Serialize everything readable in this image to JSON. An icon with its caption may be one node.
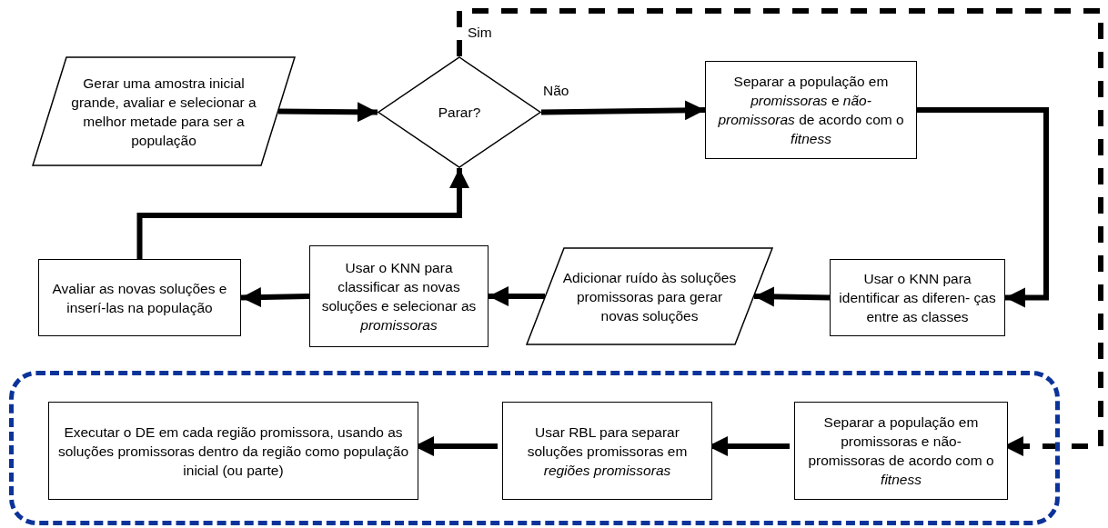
{
  "diagram": {
    "nodes": [
      {
        "text": [
          "Gerar uma amostra inicial grande, avaliar e selecionar a melhor metade para ser a população"
        ]
      },
      {
        "text": [
          "Parar?"
        ]
      },
      {
        "text": [
          "Separar a população em *promissoras* e *não-promissoras* de acordo com o *fitness*"
        ]
      },
      {
        "text": [
          "Usar o KNN para identificar as diferen- ças entre as classes"
        ]
      },
      {
        "text": [
          "Adicionar ruído às soluções promissoras para gerar novas soluções"
        ]
      },
      {
        "text": [
          "Usar o KNN para classificar as novas soluções e selecionar as *promissoras*"
        ]
      },
      {
        "text": [
          "Avaliar as novas soluções e inserí-las na população"
        ]
      },
      {
        "text": [],
        "shape": "box"
      },
      {
        "text": [
          "Separar a população em promissoras e não-promissoras de acordo com o *fitness*"
        ],
        "in": 7
      },
      {
        "text": [
          "Usar RBL para separar soluções promissoras em *regiões promissoras*"
        ],
        "in": 7
      },
      {
        "text": [
          "Executar o DE em cada região promissora, usando as soluções promissoras dentro da região como população inicial (ou parte)"
        ],
        "in": 7
      }
    ],
    "edges": [
      {
        "from": 0,
        "to": 1,
        "arrow": "to"
      },
      {
        "from": 1,
        "to": 2,
        "arrow": "to",
        "label": "Não"
      },
      {
        "from": 2,
        "to": 3,
        "arrow": "to"
      },
      {
        "from": 3,
        "to": 4,
        "arrow": "to"
      },
      {
        "from": 4,
        "to": 5,
        "arrow": "to"
      },
      {
        "from": 5,
        "to": 6,
        "arrow": "to"
      },
      {
        "from": 6,
        "to": 1,
        "arrow": "to"
      },
      {
        "from": 1,
        "to": 8,
        "arrow": "to",
        "label": "Sim",
        "style": "dashed"
      },
      {
        "from": 8,
        "to": 9,
        "arrow": "to"
      },
      {
        "from": 9,
        "to": 10,
        "arrow": "to"
      }
    ]
  }
}
